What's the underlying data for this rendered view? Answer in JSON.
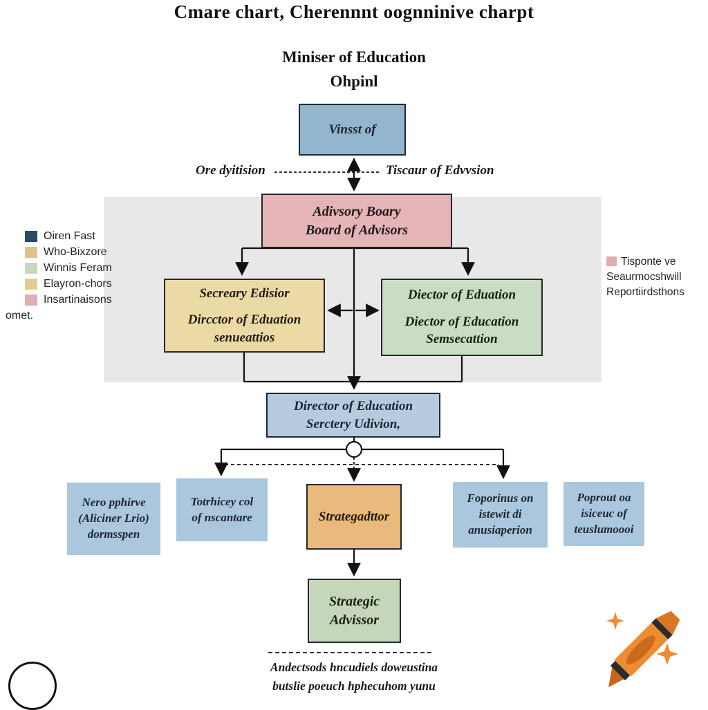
{
  "title": "Cmare chart, Cherennnt oognninive charpt",
  "subtitle": {
    "line1": "Miniser of Education",
    "line2": "Ohpinl"
  },
  "top_connector": {
    "left_label": "Ore dyitision",
    "right_label": "Tiscaur of Edvvsion"
  },
  "nodes": {
    "minister": {
      "line1": "Vinsst of"
    },
    "advisory": {
      "line1": "Adivsory Boary",
      "line2": "Board of Advisors"
    },
    "secretary": {
      "line1": "Secreary Edisior",
      "line2": "Dircctor of Eduation",
      "line3": "senueattios"
    },
    "director": {
      "line1": "Diector of Eduation",
      "line2": "Diector of Education",
      "line3": "Semsecattion"
    },
    "education_secretary": {
      "line1": "Director of Education",
      "line2": "Serctery Udivion,"
    },
    "dept1": {
      "line1": "Nero pphirve",
      "line2": "(Aliciner Lrio)",
      "line3": "dormsspen"
    },
    "dept2": {
      "line1": "Totrhicey col",
      "line2": "of nscantare"
    },
    "dept3": {
      "line1": "Strategadttor"
    },
    "dept4": {
      "line1": "Foporinus on",
      "line2": "istewit di",
      "line3": "anusiaperion"
    },
    "dept5": {
      "line1": "Poprout oa",
      "line2": "isiceuc of",
      "line3": "teuslumoooi"
    },
    "strategic_advisor": {
      "line1": "Strategic",
      "line2": "Advissor"
    }
  },
  "legend_left": {
    "items": [
      {
        "color": "#2c4a66",
        "label": "Oiren Fast"
      },
      {
        "color": "#dec28e",
        "label": "Who-Bixzore"
      },
      {
        "color": "#c5d6c1",
        "label": "Winnis Feram"
      },
      {
        "color": "#e6cb90",
        "label": "Elayron-chors"
      },
      {
        "color": "#dfadaf",
        "label": "Insartinaisons"
      }
    ],
    "footer": "omet."
  },
  "legend_right": {
    "color": "#dfadaf",
    "line1": "Tisponte ve",
    "line2": "Seaurmocshwill",
    "line3": "Reportiirdsthons"
  },
  "footnote": {
    "line1": "Andectsods hncudiels doweustina",
    "line2": "butslie poeuch hphecuhom yunu"
  },
  "colors": {
    "panel_gray": "#e8e8e9",
    "box_blue": "#93b5ce",
    "box_pink": "#e4b4b6",
    "box_yellow": "#ebd9a6",
    "box_green": "#cadcc3",
    "box_light_blue": "#abc7dd",
    "box_orange": "#e9ba7c",
    "crayon_orange": "#ef8b31",
    "line_black": "#111111"
  }
}
